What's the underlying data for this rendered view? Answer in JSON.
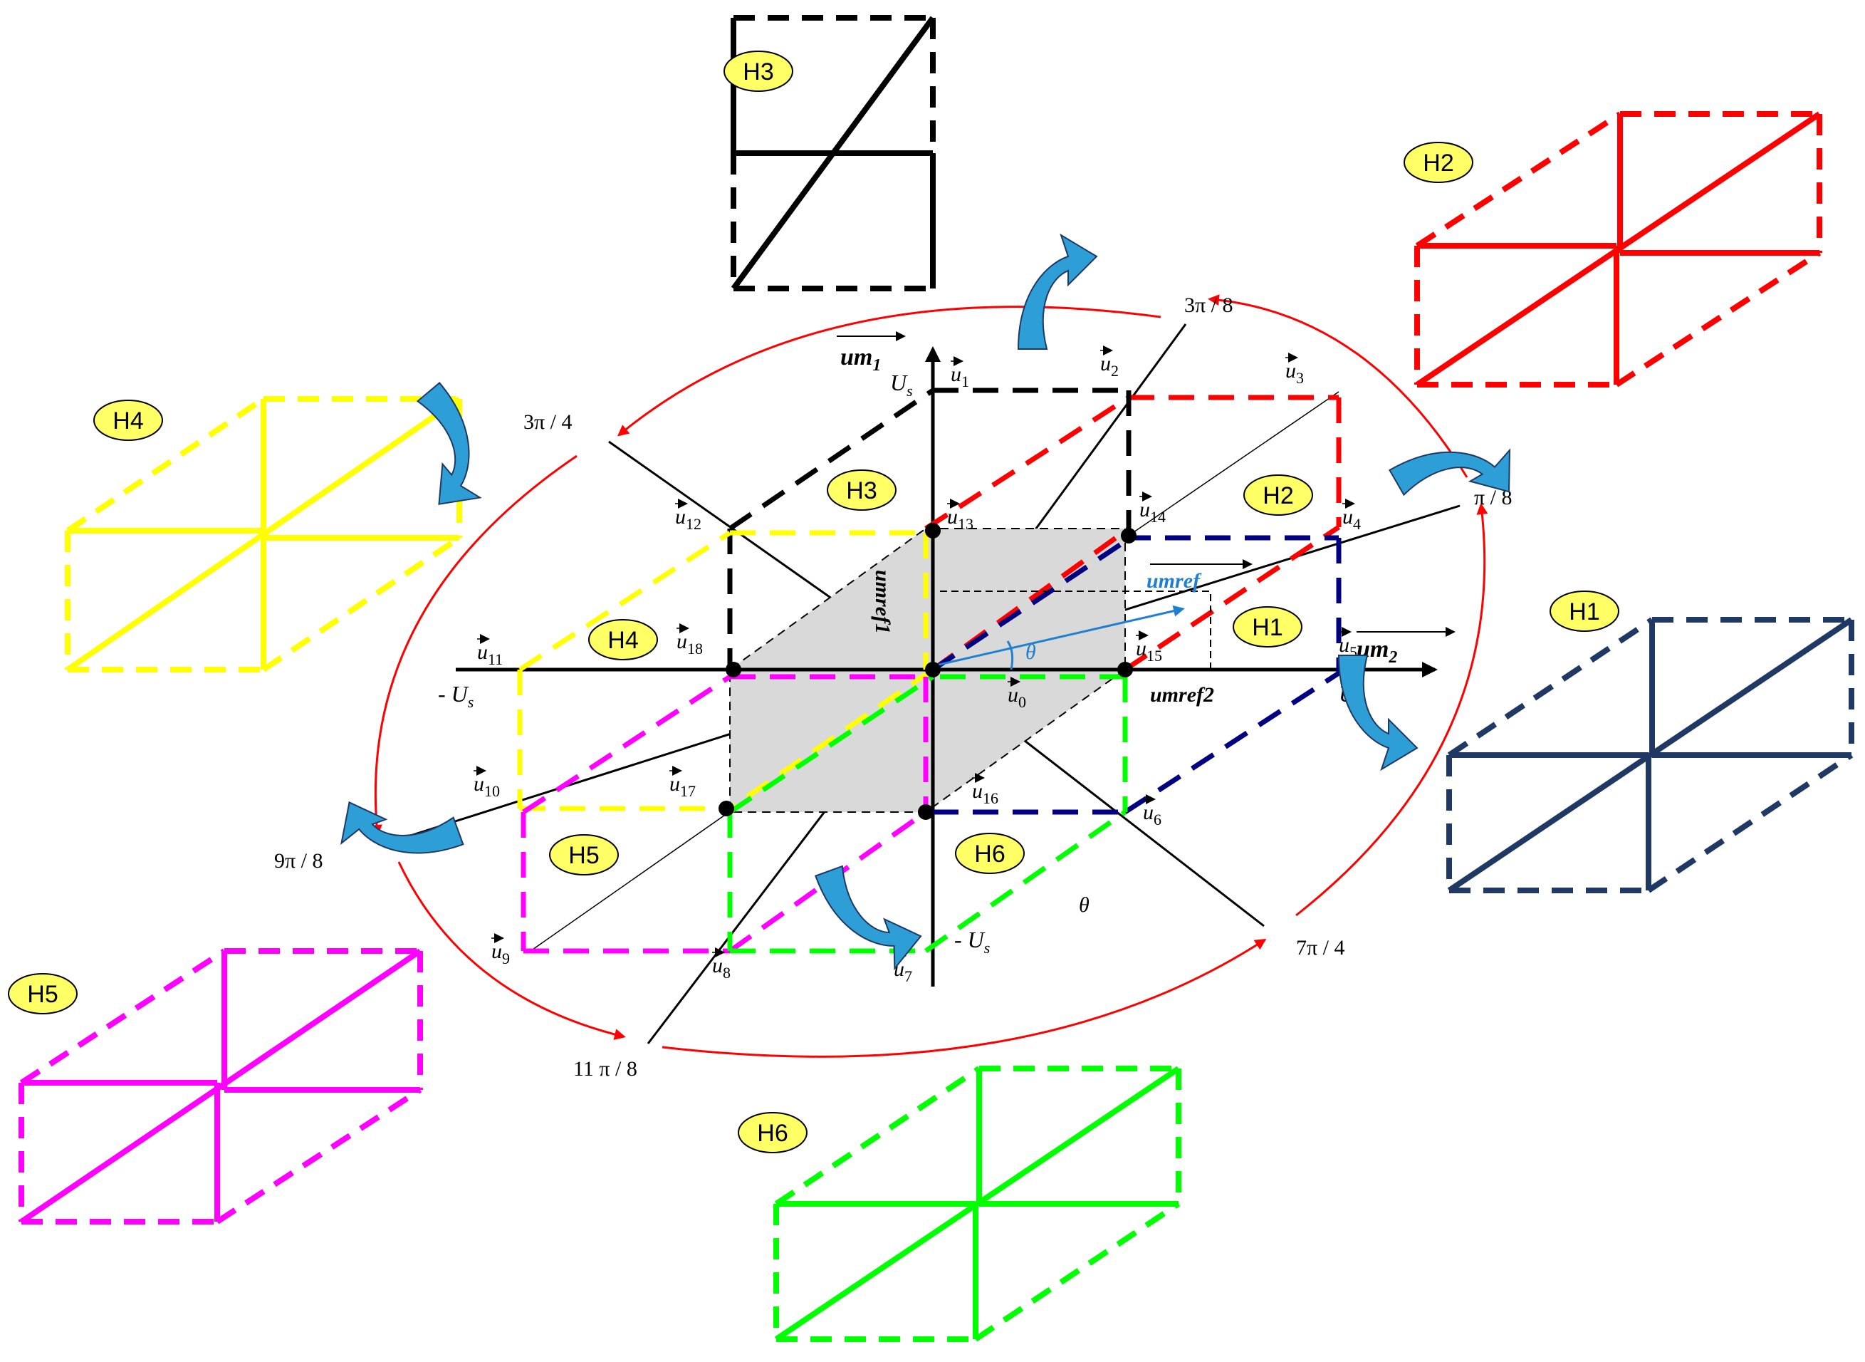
{
  "colors": {
    "H1": "#1f3864",
    "H2": "#ff0000",
    "H3": "#000000",
    "H4": "#ffff00",
    "H5": "#ff00ff",
    "H6": "#00ff00",
    "inner_h1": "#000080",
    "badge_fill": "#ffff66",
    "arrow_fill": "#2e9fd6",
    "circle": "#ff0000",
    "hexagon_fill": "#d9d9d9",
    "umref": "#1f7fd0"
  },
  "icons": {
    "curved_arrow": "curved-arrow-icon"
  },
  "badges": {
    "H1": "H1",
    "H2": "H2",
    "H3": "H3",
    "H4": "H4",
    "H5": "H5",
    "H6": "H6"
  },
  "axes": {
    "um1": "um",
    "um1_sub": "1",
    "um2": "um",
    "um2_sub": "2",
    "us_top": "U",
    "us_right": "U",
    "us_left": "- U",
    "us_bottom": "- U",
    "us_sub": "s"
  },
  "angles": {
    "a3pi8": "3π / 8",
    "api8": "π / 8",
    "a3pi4": "3π / 4",
    "a9pi8": "9π / 8",
    "a11pi8": "11 π / 8",
    "a7pi4": "7π / 4"
  },
  "vectors": [
    "0",
    "1",
    "2",
    "3",
    "4",
    "5",
    "6",
    "7",
    "8",
    "9",
    "10",
    "11",
    "12",
    "13",
    "14",
    "15",
    "16",
    "17",
    "18"
  ],
  "vector_letter": "u",
  "references": {
    "umref": "umref",
    "umref1": "umref1",
    "umref2": "umref2",
    "theta": "θ",
    "theta2": "θ"
  }
}
